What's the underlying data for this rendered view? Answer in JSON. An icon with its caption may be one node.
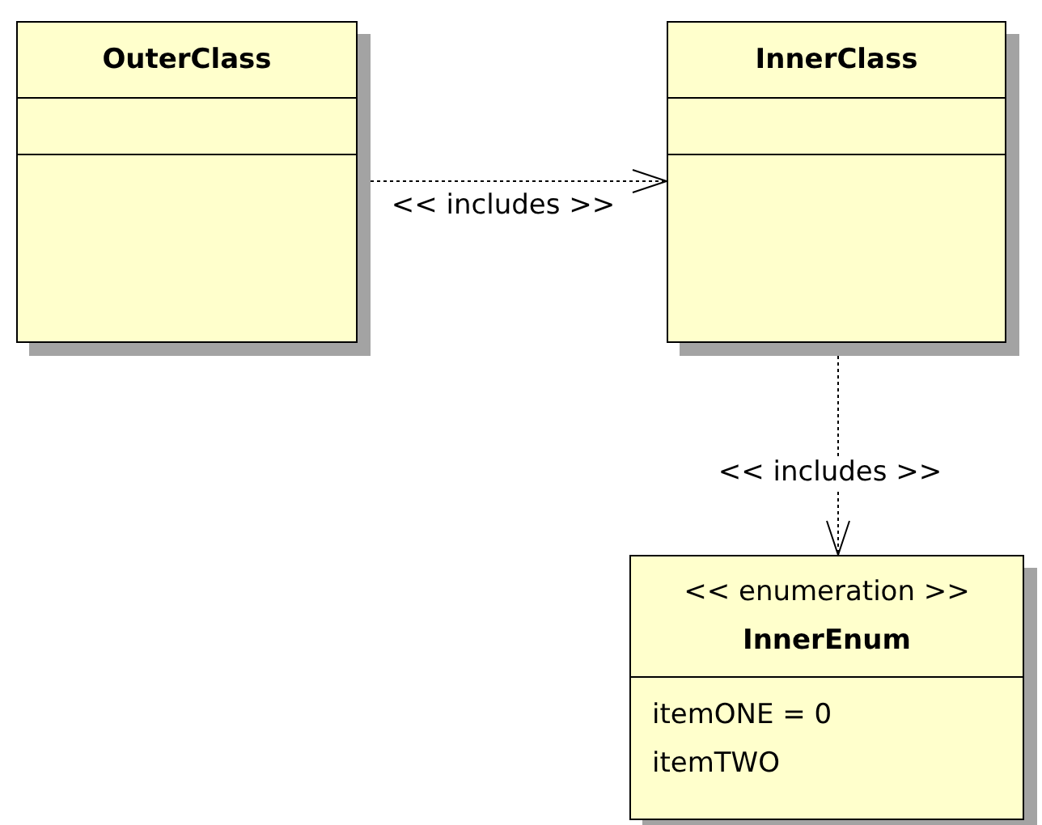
{
  "diagram": {
    "nodes": [
      {
        "text": [
          "OuterClass"
        ]
      },
      {
        "text": [
          "InnerClass"
        ]
      },
      {
        "text": [
          "<< enumeration >>",
          "InnerEnum",
          "itemONE = 0",
          "itemTWO"
        ]
      }
    ],
    "edges": [
      {
        "from": 0,
        "to": 1,
        "arrow": "to",
        "style": "dashed",
        "label": "<< includes >>"
      },
      {
        "from": 1,
        "to": 2,
        "arrow": "to",
        "style": "dashed",
        "label": "<< includes >>"
      }
    ]
  }
}
